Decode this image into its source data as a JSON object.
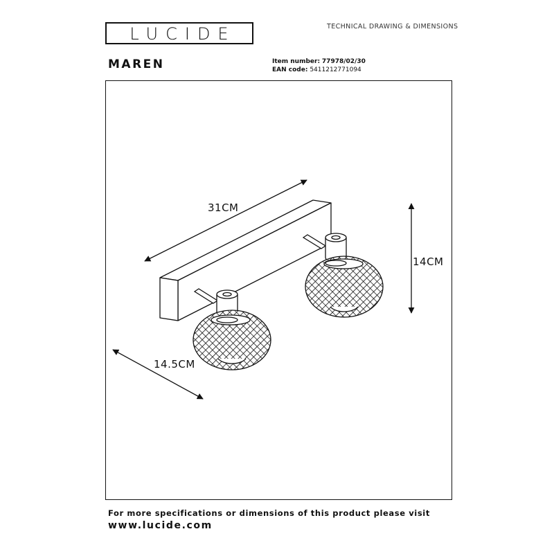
{
  "header": {
    "logo_text": "LUCIDE",
    "doc_type": "TECHNICAL DRAWING & DIMENSIONS",
    "product_name": "MAREN",
    "item_number_label": "Item number:",
    "item_number": "77978/02/30",
    "ean_label": "EAN code:",
    "ean": "5411212771094"
  },
  "drawing": {
    "dim_length": "31CM",
    "dim_height": "14CM",
    "dim_depth": "14.5CM"
  },
  "footer": {
    "line1": "For more specifications or dimensions of this product please visit",
    "line2": "www.lucide.com"
  },
  "colors": {
    "ink": "#111111",
    "paper": "#ffffff"
  }
}
